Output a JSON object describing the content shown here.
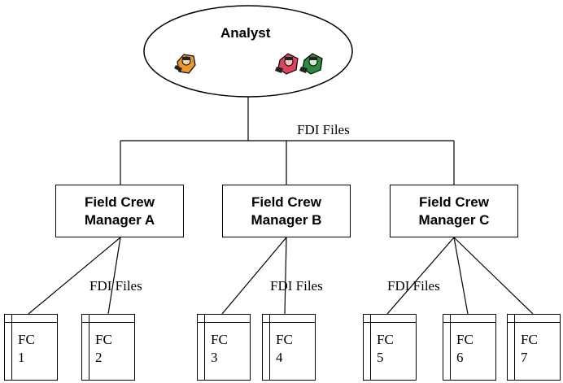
{
  "diagram": {
    "root": {
      "label": "Analyst",
      "icons": [
        "person-orange-icon",
        "person-red-icon",
        "person-green-icon"
      ],
      "colors": {
        "orange": "#e8962e",
        "red": "#d9465a",
        "green": "#2f8a3c"
      }
    },
    "root_edge_label": "FDI Files",
    "managers": [
      {
        "line1": "Field Crew",
        "line2": "Manager A"
      },
      {
        "line1": "Field Crew",
        "line2": "Manager B"
      },
      {
        "line1": "Field Crew",
        "line2": "Manager C"
      }
    ],
    "manager_edge_labels": [
      "FDI Files",
      "FDI Files",
      "FDI Files"
    ],
    "field_crews": [
      {
        "name": "FC",
        "number": "1",
        "manager": "A"
      },
      {
        "name": "FC",
        "number": "2",
        "manager": "A"
      },
      {
        "name": "FC",
        "number": "3",
        "manager": "B"
      },
      {
        "name": "FC",
        "number": "4",
        "manager": "B"
      },
      {
        "name": "FC",
        "number": "5",
        "manager": "C"
      },
      {
        "name": "FC",
        "number": "6",
        "manager": "C"
      },
      {
        "name": "FC",
        "number": "7",
        "manager": "C"
      }
    ]
  }
}
